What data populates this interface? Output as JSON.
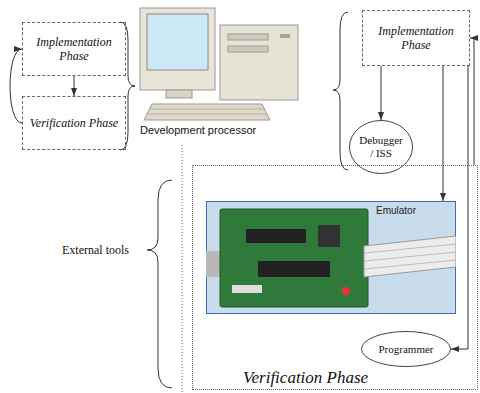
{
  "diagram": {
    "nodes": [
      {
        "text": [
          "Implementation Phase"
        ]
      },
      {
        "text": [
          "Verification Phase"
        ]
      },
      {
        "text": [
          "Implementation Phase"
        ]
      },
      {
        "text": [
          "Debugger / ISS"
        ]
      },
      {
        "text": [
          "Verification Phase"
        ]
      },
      {
        "text": [
          "Emulator"
        ],
        "in": 4
      },
      {
        "text": [
          "Programmer"
        ],
        "in": 4
      }
    ],
    "edges": [
      {
        "from": 0,
        "to": 1,
        "arrow": "to"
      },
      {
        "from": 1,
        "to": 0,
        "arrow": "to"
      },
      {
        "from": 2,
        "to": 3,
        "arrow": "to"
      },
      {
        "from": 2,
        "to": 5,
        "arrow": "to"
      },
      {
        "from": 2,
        "to": 6,
        "arrow": "to"
      },
      {
        "from": 4,
        "to": 2,
        "arrow": "to"
      }
    ],
    "labels": [
      "Development processor",
      "External tools"
    ]
  }
}
